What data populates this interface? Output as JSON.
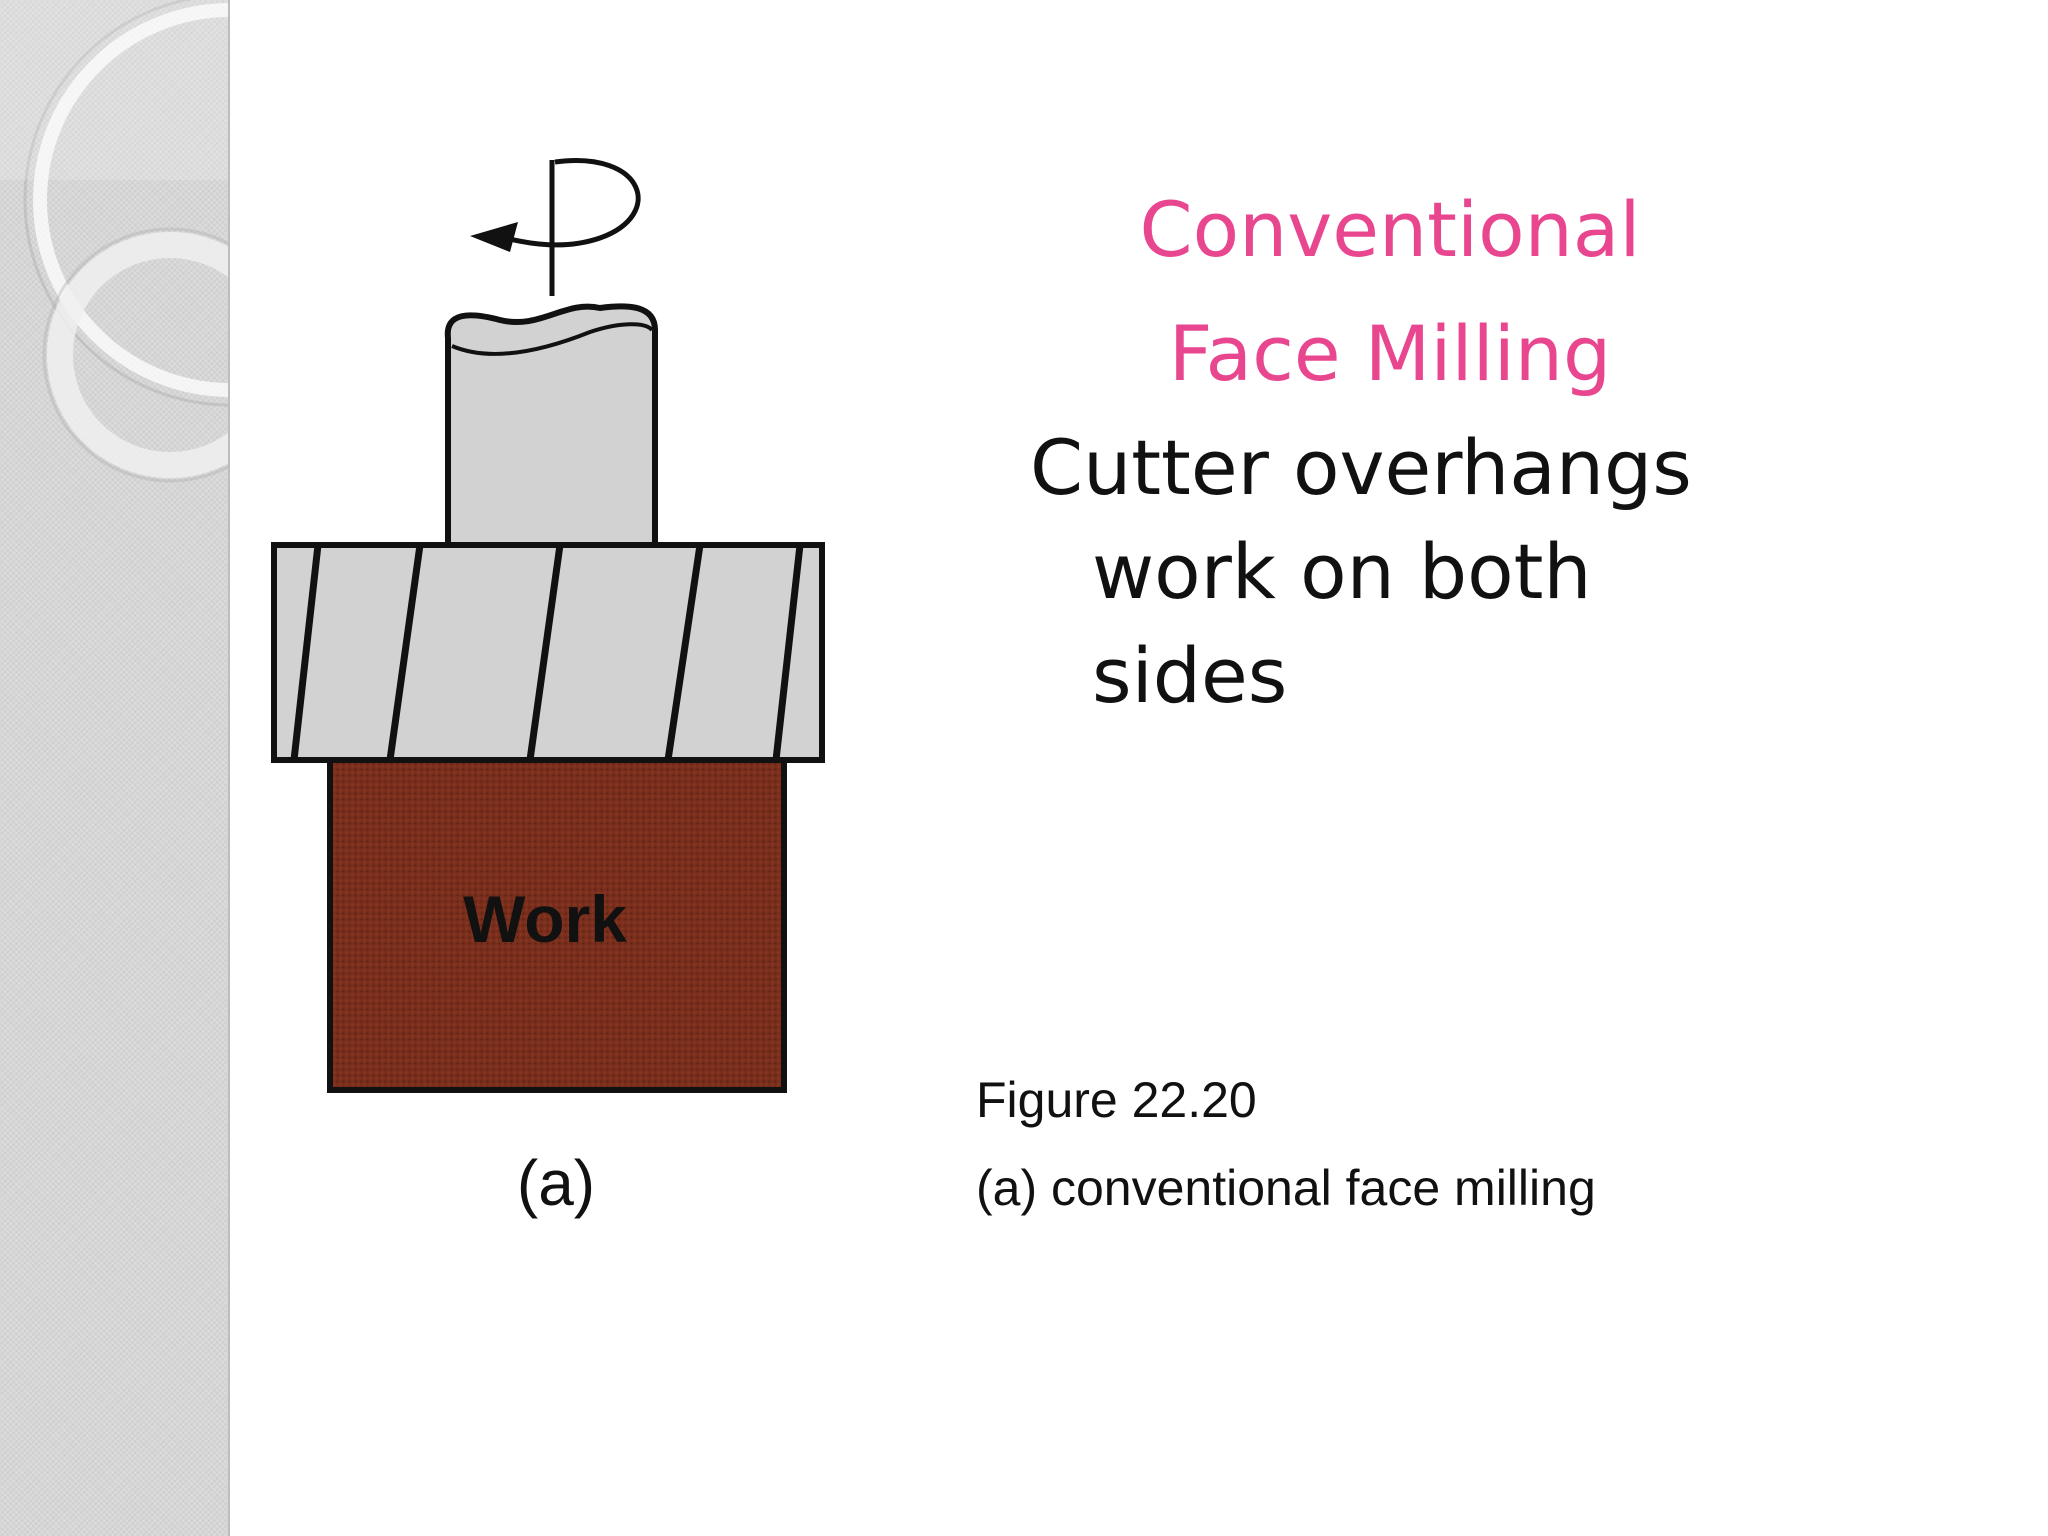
{
  "slide": {
    "title_lines": [
      "Conventional",
      "Face Milling"
    ],
    "body_lines": [
      "Cutter overhangs",
      "work on both",
      "sides"
    ],
    "caption_lines": [
      "Figure 22.20",
      "(a) conventional face milling"
    ]
  },
  "diagram": {
    "work_label": "Work",
    "figure_label": "(a)",
    "colors": {
      "cutter_fill": "#d2d2d2",
      "work_fill": "#7a2e1c",
      "outline": "#111111"
    }
  },
  "theme": {
    "title_color": "#e8468f",
    "text_color": "#111111",
    "panel_color": "#d6d6d6"
  }
}
